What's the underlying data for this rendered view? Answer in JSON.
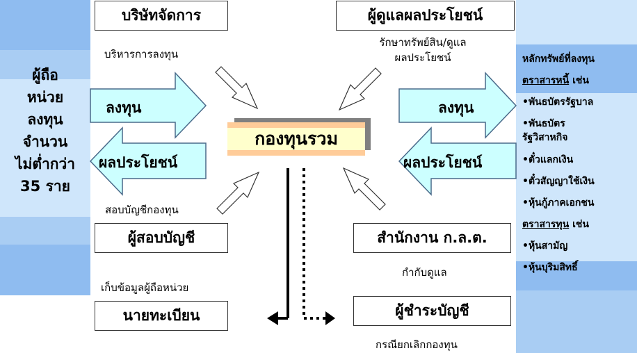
{
  "investors": {
    "lines": [
      "ผู้ถือ",
      "หน่วย",
      "ลงทุน",
      "จำนวน",
      "ไม่ต่ำกว่า",
      "35 ราย"
    ]
  },
  "center": {
    "title": "กองทุนรวม"
  },
  "boxes": {
    "manager": "บริษัทจัดการ",
    "trustee": "ผู้ดูแลผลประโยชน์",
    "auditor": "ผู้สอบบัญชี",
    "sec": "สำนักงาน ก.ล.ต.",
    "registrar": "นายทะเบียน",
    "liquidator": "ผู้ชำระบัญชี"
  },
  "labels": {
    "manager_role": "บริหารการลงทุน",
    "trustee_role_1": "รักษาทรัพย์สิน/ดูแล",
    "trustee_role_2": "ผลประโยชน์",
    "auditor_role": "สอบบัญชีกองทุน",
    "sec_role": "กำกับดูแล",
    "registrar_role": "เก็บข้อมูลผู้ถือหน่วย",
    "liquidator_role": "กรณียกเลิกกองทุน"
  },
  "flows": {
    "left_invest": "ลงทุน",
    "left_benefit": "ผลประโยชน์",
    "right_invest": "ลงทุน",
    "right_benefit": "ผลประโยชน์"
  },
  "securities": {
    "heading": "หลักทรัพย์ที่ลงทุน",
    "debt_heading": "ตราสารหนี้",
    "debt_suffix": " เช่น",
    "debt_items": [
      "•พันธบัตรรัฐบาล",
      "•พันธบัตร",
      "รัฐวิสาหกิจ",
      "•ตั๋วแลกเงิน",
      "•ตั๋วสัญญาใช้เงิน",
      "•หุ้นกู้ภาคเอกชน"
    ],
    "equity_heading": "ตราสารทุน",
    "equity_suffix": " เช่น",
    "equity_items": [
      "•หุ้นสามัญ",
      "•หุ้นบุริมสิทธิ์"
    ]
  },
  "colors": {
    "band_light": "#cfe6fb",
    "band_mid": "#a9cdf3",
    "band_dark": "#8fbcf0",
    "arrow_fill": "#ccffff",
    "center_yellow": "#ffffcc",
    "center_orange": "#ffcc99",
    "center_shadow": "#808080"
  }
}
